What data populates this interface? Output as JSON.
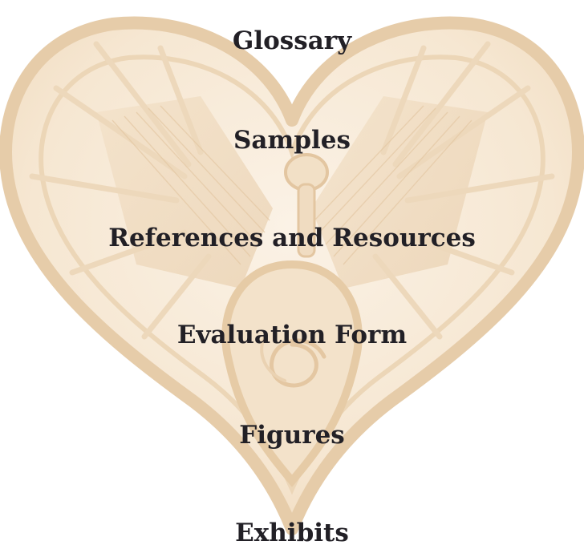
{
  "colors": {
    "background": "#ffffff",
    "heart_fill": "#f6e7d2",
    "heart_frame": "#e8cfaf",
    "heart_shade": "#ecd6b9",
    "text": "#222026"
  },
  "heart_image": {
    "icon": "woven-heart-icon"
  },
  "menu": {
    "items": [
      {
        "label": "Glossary"
      },
      {
        "label": "Samples"
      },
      {
        "label": "References and Resources"
      },
      {
        "label": "Evaluation Form"
      },
      {
        "label": "Figures"
      },
      {
        "label": "Exhibits"
      }
    ]
  }
}
